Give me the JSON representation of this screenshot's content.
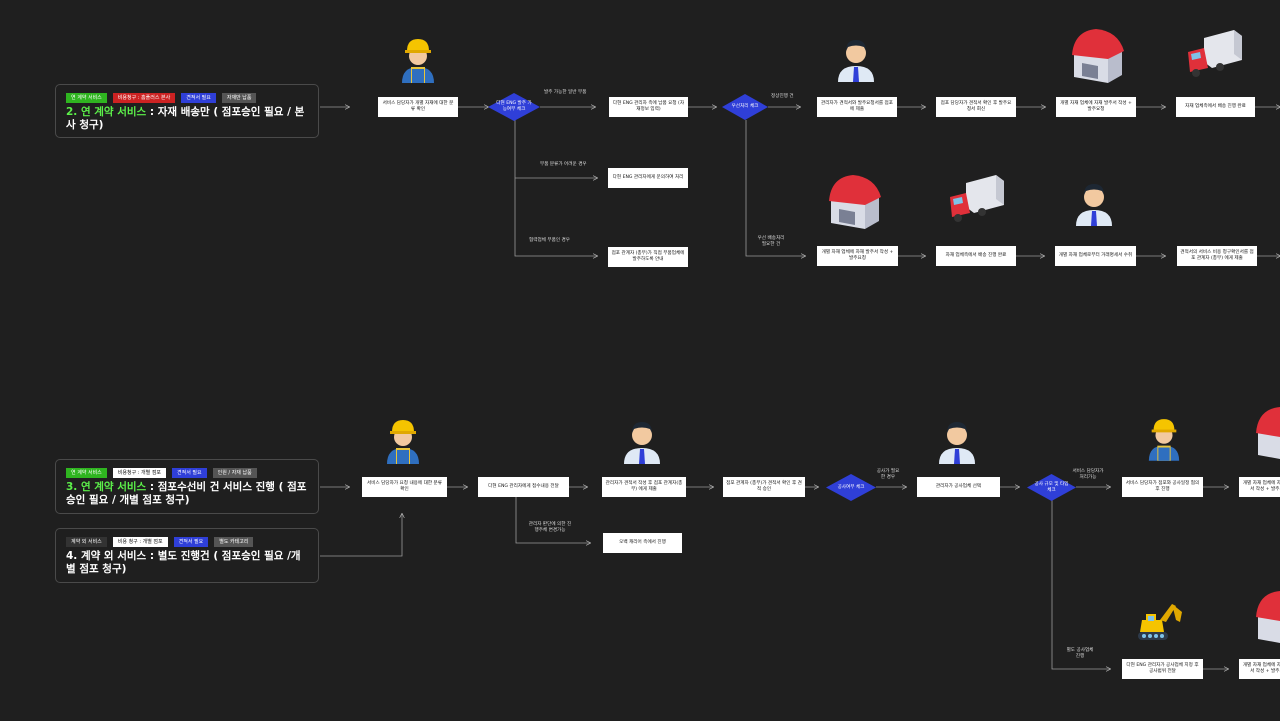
{
  "colors": {
    "tag_green": "#2fb520",
    "tag_red": "#cc2222",
    "tag_blue": "#2f3fd8",
    "tag_grey": "#555555",
    "tag_white": "#ffffff",
    "diamond": "#2f3fd8",
    "highlight": "#5cf04a"
  },
  "card2": {
    "tags": [
      "연 계약 서비스",
      "비용청구 : 홈플러스 본사",
      "견적서 필요",
      "자재만 납품"
    ],
    "title_hl": "2. 연 계약 서비스",
    "title_rest": " : 자재 배송만 ( 점포승인 필요 / 본사 청구)"
  },
  "card3": {
    "tags": [
      "연 계약 서비스",
      "비용청구 : 개별 점포",
      "견적서 필요",
      "인원 / 자재 납품"
    ],
    "title_hl": "3. 연 계약 서비스",
    "title_rest": " : 점포수선비 건 서비스 진행 ( 점포승인 필요 / 개별 점포 청구)"
  },
  "card4": {
    "tags": [
      "계약 외 서비스",
      "비용 청구 : 개별 점포",
      "견적서 필요",
      "별도 카테고리"
    ],
    "title": "4. 계약 외 서비스 : 별도 진행건 ( 점포승인 필요 /개별 점포 청구)"
  },
  "flow1": {
    "n1": "서비스 담당자가 개별 자재에 대한 분류 확인",
    "d1": "다현 ENG 발주 가능여부 체크",
    "l_ok": "발주 가능한 일반 부품",
    "n2": "다현 ENG 관리자 측에 납품 요청 (자재정보 입력)",
    "d2": "우선처리 체크",
    "l_normal": "정상진행 건",
    "n3": "관리자가 견적서와 발주요청서를 점포에 제출",
    "n4": "점포 담당자가 견적서 확인 후 발주요청서 회신",
    "n5": "개별 자재 업체에 자재 발주서 작성 + 발주요청",
    "n6": "자재 업체측에서 배송 진행 완료",
    "l_hard": "부품 분류가 어려운 경우",
    "n7": "다현 ENG 관리자에게 문의하여 처리",
    "l_direct": "협력업체 부품인 경우",
    "n8": "점포 관계자 (총무)가 직접 부품업체에 발주하도록 안내",
    "l_urgent": "우선 배송처리 필요한 건",
    "n9": "개별 자재 업체에 자재 발주서 작성 + 발주요청",
    "n10": "자재 업체측에서 배송 진행 완료",
    "n11": "개별 자재 업체로부터 거래명세서 수취",
    "n12": "견적서의 서비스 비용 청구확인서를 점포 관계자 (총무) 에게 제출"
  },
  "flow2": {
    "n1": "서비스 담당자가 요청 내용에 대한 분류 확인",
    "n2": "다현 ENG 관리자에게 접수내용 전달",
    "n3": "관리자가 견적서 작성 후 점포 관계자(총무) 에게 제출",
    "n4": "점포 관계자 (총무)가 견적서 확인 후 견적 승인",
    "d1": "공사여부 체크",
    "l_const": "공사가 필요한 경우",
    "n5": "관리자가 공사업체 선택",
    "d2": "공사 규모 및 타입 체크",
    "l_self": "서비스 담당자가 처리가능",
    "n6": "서비스 담당자가 점포와 공사일정 협의 후 진행",
    "n7": "개별 자재 업체에 자재 발주서 작성 + 발주요청",
    "l_remote": "관리자 판단에 의한 진행주체 변경가능",
    "n8": "오백 캐리어 측에서 진행",
    "l_sep": "별도 공사업체 진행",
    "n9": "다현 ENG 관리자가 공사업체 지정 후 공사범위 전달",
    "n10": "개별 자재 업체에 자재 발주서 작성 + 발주요청"
  }
}
